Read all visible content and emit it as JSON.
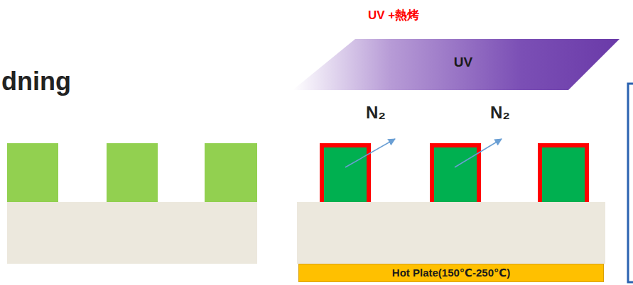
{
  "diagram": {
    "title": "dning",
    "nodes": [
      {
        "text": [
          "UV"
        ]
      },
      {
        "text": [
          "Hot Plate(150℃-250℃)"
        ]
      }
    ],
    "edges": [],
    "labels": [
      "UV +熱烤",
      "N₂",
      "N₂"
    ]
  }
}
